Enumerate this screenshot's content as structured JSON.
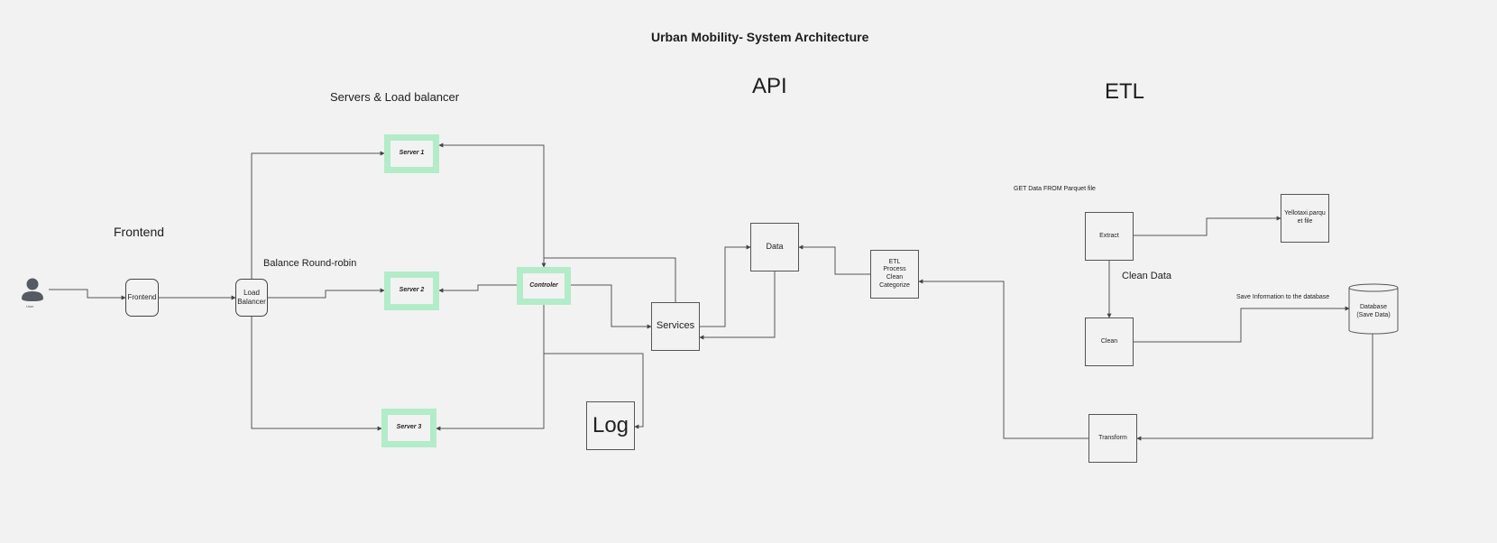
{
  "title": "Urban Mobility- System Architecture",
  "sections": {
    "servers": "Servers & Load balancer",
    "api": "API",
    "etl": "ETL",
    "frontend": "Frontend"
  },
  "annotations": {
    "balance": "Balance Round-robin",
    "get_data": "GET Data FROM Parquet file",
    "clean_data": "Clean Data",
    "save_info": "Save Information to the database"
  },
  "nodes": {
    "user": "User",
    "frontend": "Frontend",
    "load_balancer": "Load\nBalancer",
    "server1": "Server 1",
    "server2": "Server 2",
    "server3": "Server 3",
    "controller": "Controler",
    "services": "Services",
    "data": "Data",
    "log": "Log",
    "etl_process": "ETL\nProcess\nClean\nCategorize",
    "extract": "Extract",
    "clean": "Clean",
    "transform": "Transform",
    "parquet": "Yellotaxi.parqu\net file",
    "database": "Database\n(Save Data)"
  },
  "colors": {
    "background": "#f2f2f2",
    "highlight_border": "#b2ecc8",
    "line": "#555555"
  }
}
